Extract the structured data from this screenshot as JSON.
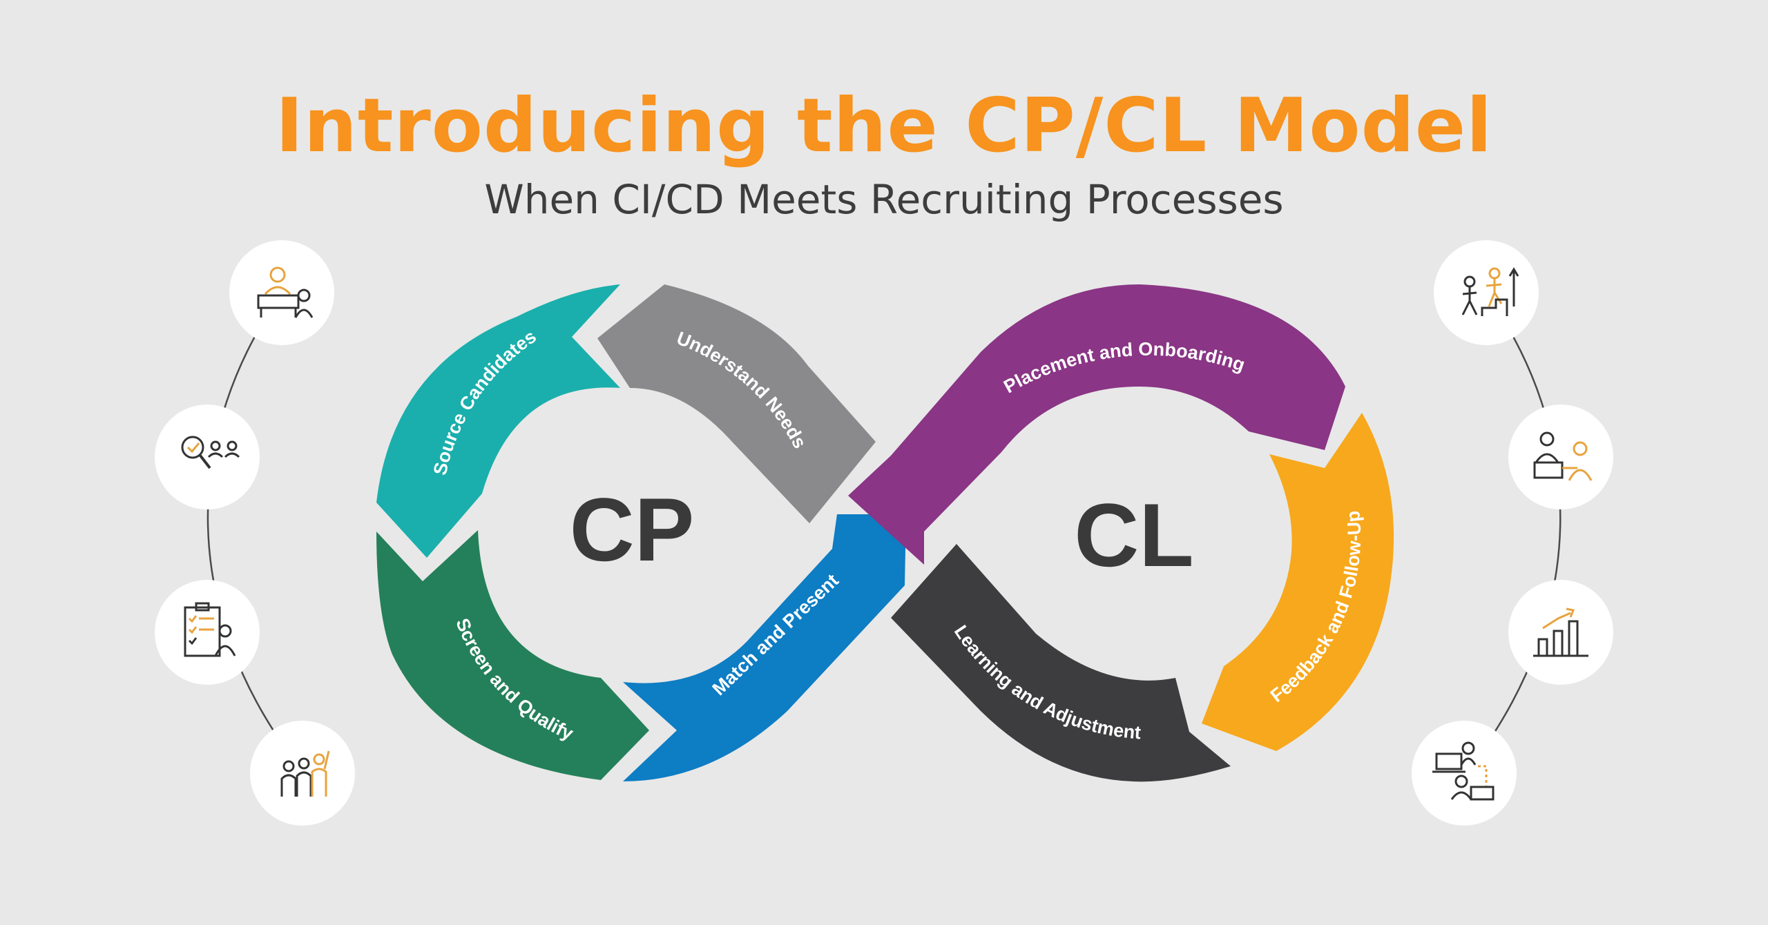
{
  "header": {
    "title": "Introducing the CP/CL Model",
    "subtitle": "When CI/CD Meets Recruiting Processes"
  },
  "loops": {
    "cp_label": "CP",
    "cl_label": "CL"
  },
  "segments": {
    "source_candidates": {
      "label": "Source Candidates",
      "color": "#1aafac"
    },
    "understand_needs": {
      "label": "Understand Needs",
      "color": "#8a8a8c"
    },
    "screen_and_qualify": {
      "label": "Screen and Qualify",
      "color": "#24805a"
    },
    "match_and_present": {
      "label": "Match and Present",
      "color": "#0d7dc4"
    },
    "placement_and_onboarding": {
      "label": "Placement and Onboarding",
      "color": "#8a3585"
    },
    "feedback_and_follow_up": {
      "label": "Feedback and Follow-Up",
      "color": "#f7a81c"
    },
    "learning_and_adjustment": {
      "label": "Learning and Adjustment",
      "color": "#3d3d3f"
    }
  },
  "icons": {
    "left": [
      "presenter-desk-icon",
      "candidate-search-icon",
      "checklist-clipboard-icon",
      "team-raise-hand-icon"
    ],
    "right": [
      "career-climb-icon",
      "onboarding-desk-icon",
      "growth-chart-icon",
      "remote-meeting-icon"
    ]
  },
  "colors": {
    "background": "#e8e8e8",
    "title": "#f7931e",
    "subtitle": "#3d3d3d",
    "icon_orange": "#e8a33d",
    "icon_dark": "#333333"
  }
}
